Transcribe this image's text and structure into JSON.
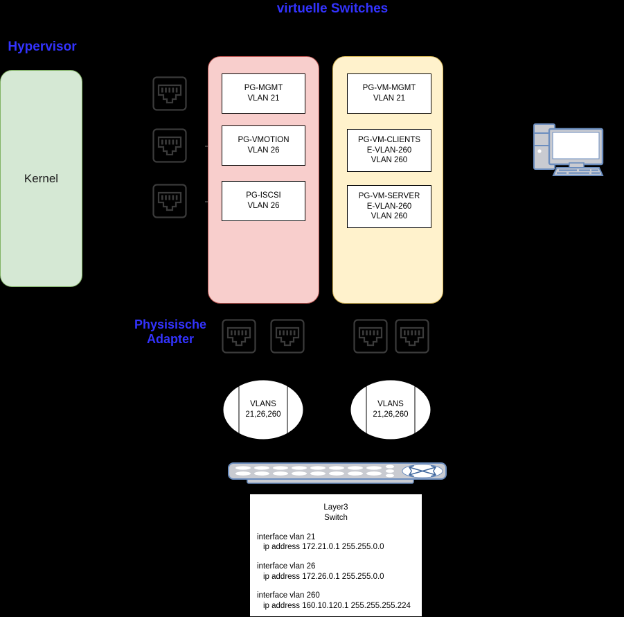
{
  "diagram": {
    "title": "virtuelle Switches",
    "labels": {
      "hypervisor": "Hypervisor",
      "physical_adapter": "Physisische\nAdapter"
    },
    "colors": {
      "background": "#000000",
      "label_blue": "#3333ff",
      "kernel_fill": "#d5e8d4",
      "kernel_stroke": "#82b366",
      "vswitch_standard_fill": "#f8cecc",
      "vswitch_standard_stroke": "#b85450",
      "vswitch_distributed_fill": "#fff2cc",
      "vswitch_distributed_stroke": "#d6b656",
      "portgroup_fill": "#ffffff",
      "portgroup_stroke": "#000000",
      "icon_stroke": "#3b3b3b",
      "device_blue": "#6c8ebf",
      "device_gray": "#c9cbd1"
    }
  },
  "kernel": {
    "label": "Kernel"
  },
  "kernel_adapters": [
    {
      "icon": "rj45-port-icon",
      "index": 1
    },
    {
      "icon": "rj45-port-icon",
      "index": 2
    },
    {
      "icon": "rj45-port-icon",
      "index": 3
    }
  ],
  "vswitches": [
    {
      "id": "vswitch-standard",
      "portgroups": [
        {
          "name": "PG-MGMT",
          "lines": [
            "PG-MGMT",
            "VLAN 21"
          ]
        },
        {
          "name": "PG-VMOTION",
          "lines": [
            "PG-VMOTION",
            "VLAN 26"
          ]
        },
        {
          "name": "PG-ISCSI",
          "lines": [
            "PG-ISCSI",
            "VLAN 26"
          ]
        }
      ]
    },
    {
      "id": "vswitch-distributed",
      "portgroups": [
        {
          "name": "PG-VM-MGMT",
          "lines": [
            "PG-VM-MGMT",
            "VLAN 21"
          ]
        },
        {
          "name": "PG-VM-CLIENTS",
          "lines": [
            "PG-VM-CLIENTS",
            "E-VLAN-260",
            "VLAN 260"
          ]
        },
        {
          "name": "PG-VM-SERVER",
          "lines": [
            "PG-VM-SERVER",
            "E-VLAN-260",
            "VLAN 260"
          ]
        }
      ]
    }
  ],
  "physical_adapters": [
    {
      "icon": "rj45-port-icon",
      "index": 1
    },
    {
      "icon": "rj45-port-icon",
      "index": 2
    },
    {
      "icon": "rj45-port-icon",
      "index": 3
    },
    {
      "icon": "rj45-port-icon",
      "index": 4
    }
  ],
  "vlan_trunks": [
    {
      "title": "VLANS",
      "vlans": "21,26,260"
    },
    {
      "title": "VLANS",
      "vlans": "21,26,260"
    }
  ],
  "layer3_switch": {
    "device_icon": "network-switch-icon",
    "title": "Layer3\nSwitch",
    "interfaces": [
      {
        "iface": "interface vlan 21",
        "ip": "ip address 172.21.0.1 255.255.0.0"
      },
      {
        "iface": "interface vlan 26",
        "ip": "ip address 172.26.0.1 255.255.0.0"
      },
      {
        "iface": "interface vlan 260",
        "ip": "ip address 160.10.120.1 255.255.255.224"
      }
    ]
  },
  "client": {
    "icon": "desktop-pc-icon"
  }
}
